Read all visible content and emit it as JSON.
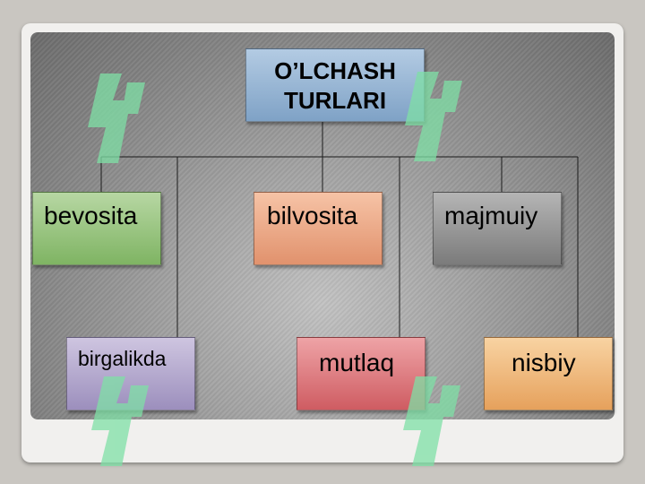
{
  "diagram": {
    "root": {
      "label": "O’LCHASH TURLARI"
    },
    "nodes": [
      {
        "id": "bevosita",
        "label": "bevosita",
        "color": "#8fbf73"
      },
      {
        "id": "bilvosita",
        "label": "bilvosita",
        "color": "#eba27e"
      },
      {
        "id": "majmuiy",
        "label": "majmuiy",
        "color": "#8f8f8f"
      },
      {
        "id": "birgalikda",
        "label": "birgalikda",
        "color": "#a99dc7"
      },
      {
        "id": "mutlaq",
        "label": "mutlaq",
        "color": "#d96a70"
      },
      {
        "id": "nisbiy",
        "label": "nisbiy",
        "color": "#ecb06e"
      }
    ],
    "root_color": "#8fb0d3",
    "connector_color": "#1a1a1a"
  },
  "watermark": {
    "color": "#7fe0a6"
  }
}
